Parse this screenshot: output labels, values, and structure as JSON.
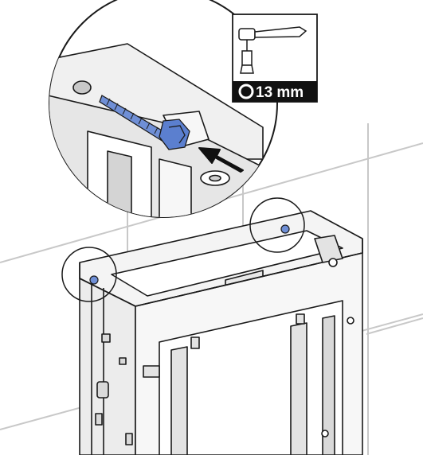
{
  "tool_callout": {
    "size_label": "13 mm",
    "icons": [
      "socket-wrench-icon",
      "hex-nut-icon"
    ]
  },
  "colors": {
    "line": "#1a1a1a",
    "frame_fill": "#f4f4f4",
    "frame_shade": "#d9d9d9",
    "wall_grid": "#c8c8c8",
    "screw_blue": "#6f8fd6",
    "label_bg": "#111111",
    "label_text": "#ffffff"
  },
  "figure": {
    "subject": "installation-frame-screw-to-wall",
    "callouts": [
      "left-top-rail-screw",
      "right-top-rail-screw"
    ]
  }
}
